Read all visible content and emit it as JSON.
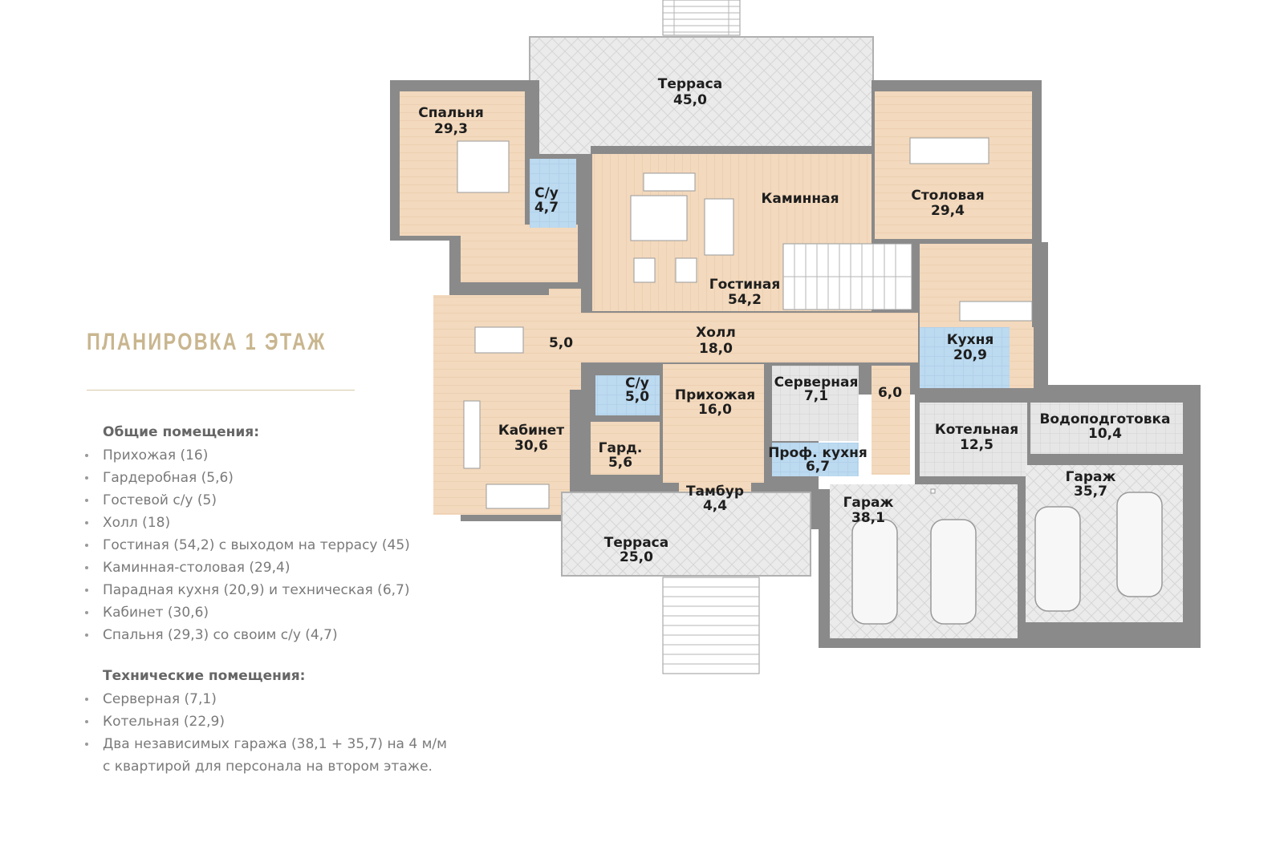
{
  "heading": "ПЛАНИРОВКА 1 ЭТАЖ",
  "common": {
    "title": "Общие помещения:",
    "items": [
      "Прихожая (16)",
      "Гардеробная (5,6)",
      "Гостевой с/у (5)",
      "Холл (18)",
      "Гостиная (54,2) с выходом на террасу (45)",
      "Каминная-столовая (29,4)",
      "Парадная кухня (20,9) и техническая (6,7)",
      "Кабинет (30,6)",
      "Спальня (29,3) со своим с/у (4,7)"
    ]
  },
  "technical": {
    "title": "Технические помещения:",
    "items": [
      "Серверная (7,1)",
      "Котельная (22,9)",
      "Два независимых гаража (38,1 + 35,7) на 4 м/м"
    ],
    "continuation": "с квартирой для персонала на втором этаже."
  },
  "rooms": {
    "terrace_top": {
      "name": "Терраса",
      "area": "45,0"
    },
    "bedroom": {
      "name": "Спальня",
      "area": "29,3"
    },
    "wc_bedroom": {
      "name": "С/у",
      "area": "4,7"
    },
    "fireplace": {
      "name": "Каминная"
    },
    "dining": {
      "name": "Столовая",
      "area": "29,4"
    },
    "living": {
      "name": "Гостиная",
      "area": "54,2"
    },
    "hall": {
      "name": "Холл",
      "area": "18,0"
    },
    "corridor": {
      "area": "5,0"
    },
    "kitchen": {
      "name": "Кухня",
      "area": "20,9"
    },
    "wc_guest": {
      "name": "С/у",
      "area": "5,0"
    },
    "entrance": {
      "name": "Прихожая",
      "area": "16,0"
    },
    "server": {
      "name": "Серверная",
      "area": "7,1"
    },
    "stair_small": {
      "area": "6,0"
    },
    "office": {
      "name": "Кабинет",
      "area": "30,6"
    },
    "boiler": {
      "name": "Котельная",
      "area": "12,5"
    },
    "water": {
      "name": "Водоподготовка",
      "area": "10,4"
    },
    "wardrobe": {
      "name": "Гард.",
      "area": "5,6"
    },
    "prof_kitchen": {
      "name": "Проф. кухня",
      "area": "6,7"
    },
    "garage2": {
      "name": "Гараж",
      "area": "35,7"
    },
    "vestibule": {
      "name": "Тамбур",
      "area": "4,4"
    },
    "garage1": {
      "name": "Гараж",
      "area": "38,1"
    },
    "terrace_bottom": {
      "name": "Терраса",
      "area": "25,0"
    }
  },
  "colors": {
    "heading": "#c9b68f",
    "wall": "#8a8a8a",
    "wood_floor": "#f3d9bd",
    "tile_blue": "#bcdaf0",
    "tile_grey": "#e4e4e4",
    "terrace": "#e9e9e9"
  }
}
